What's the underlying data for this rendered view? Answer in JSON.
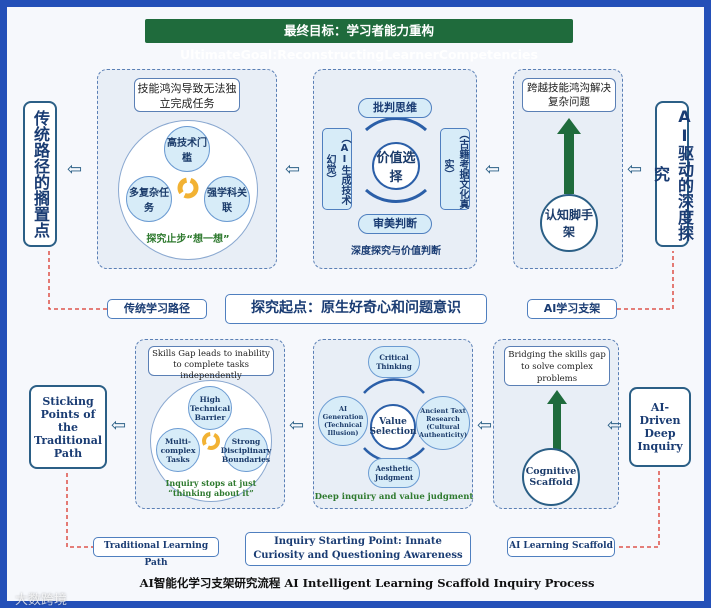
{
  "top": {
    "goal_banner": "最终目标：学习者能力重构 UltimateGoal:ReconstructingLearnerCompetencies",
    "left_side": "传统路径的搁置点",
    "right_side": "AI驱动的深度探究",
    "left_panel": {
      "title": "技能鸿沟导致无法独立完成任务",
      "c1": "高技术门槛",
      "c2": "多复杂任务",
      "c3": "强学科关联",
      "caption": "探究止步“想一想”"
    },
    "center_panel": {
      "top": "批判思维",
      "left": "（AI生成技术幻觉）",
      "right": "（古籍考据文化真实）",
      "center": "价值选择",
      "bottom": "审美判断",
      "caption": "深度探究与价值判断"
    },
    "right_panel": {
      "title": "跨越技能鸿沟解决复杂问题",
      "scaffold": "认知脚手架"
    },
    "start_point": "探究起点：原生好奇心和问题意识",
    "trad_path": "传统学习路径",
    "ai_support": "AI学习支架"
  },
  "bottom": {
    "left_side": "Sticking Points of the Traditional Path",
    "right_side": "AI-Driven Deep Inquiry",
    "left_panel": {
      "title": "Skills Gap leads to inability to complete tasks independently",
      "c1": "High Technical Barrier",
      "c2": "Multi-complex Tasks",
      "c3": "Strong Disciplinary Boundaries",
      "caption": "Inquiry stops at just “thinking about it”"
    },
    "center_panel": {
      "top": "Critical Thinking",
      "left": "AI Generation (Technical Illusion)",
      "right": "Ancient Text Research (Cultural Authenticity)",
      "center": "Value Selection",
      "bottom": "Aesthetic Judgment",
      "caption": "Deep inquiry and value judgment"
    },
    "right_panel": {
      "title": "Bridging the skills gap to solve complex problems",
      "scaffold": "Cognitive Scaffold"
    },
    "start_point": "Inquiry Starting Point: Innate Curiosity and Questioning Awareness",
    "trad_path": "Traditional Learning Path",
    "ai_support": "AI Learning Scaffold"
  },
  "caption": "AI智能化学习支架研究流程 AI Intelligent Learning Scaffold Inquiry Process",
  "watermark": "大数跨境",
  "colors": {
    "frame": "#2450b8",
    "banner": "#1f6b3c",
    "scaffold_arrow": "#1f6b3c",
    "connector": "#d9362b",
    "bubble": "#d7ecf8"
  }
}
